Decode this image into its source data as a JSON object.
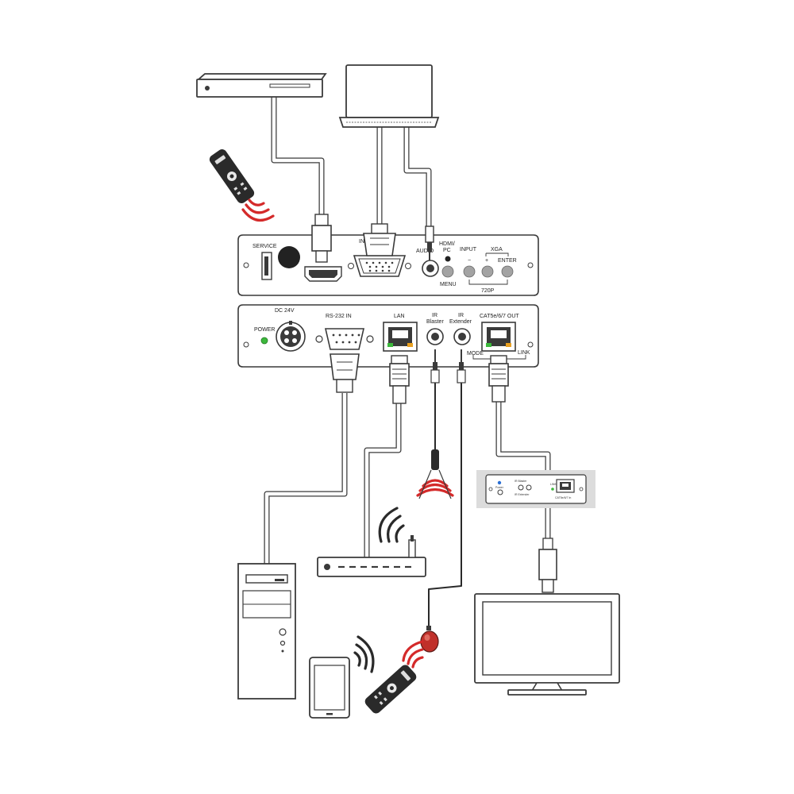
{
  "front_panel": {
    "service_label": "SERVICE",
    "input_label_partial": "IN",
    "hdmi_pc_label_1": "HDMI/",
    "hdmi_pc_label_2": "PC",
    "audio_label": "AUDIO",
    "input_button_label": "INPUT",
    "minus_label": "−",
    "plus_label": "+",
    "xga_label": "XGA",
    "enter_label": "ENTER",
    "menu_label": "MENU",
    "p720_label": "720P"
  },
  "rear_panel": {
    "dc_label": "DC 24V",
    "power_label": "POWER",
    "rs232_label": "RS-232 IN",
    "lan_label": "LAN",
    "ir_blaster_label_1": "IR",
    "ir_blaster_label_2": "Blaster",
    "ir_extender_label_1": "IR",
    "ir_extender_label_2": "Extender",
    "mode_label": "MODE",
    "cat_out_label": "CAT5e/6/7 OUT",
    "link_label": "LINK"
  },
  "receiver_panel": {
    "ir_blaster_label": "IR Blaster",
    "ir_extender_label": "IR Extender",
    "cat_in_label": "CAT5e/6/7 In",
    "status_label": "LINK",
    "power_label": "Power"
  },
  "colors": {
    "ir_signal": "#d42a2a",
    "power_led": "#3cb83c",
    "lan_led_left": "#3cb83c",
    "lan_led_right": "#e8a020",
    "ir_eye": "#c0302a",
    "receiver_led": "#2a6fd4"
  },
  "icons": {
    "set_top_box": "set-top-box-icon",
    "laptop": "laptop-icon",
    "remote": "remote-control-icon",
    "pc_tower": "pc-tower-icon",
    "router": "wifi-router-icon",
    "tablet": "tablet-icon",
    "tv": "tv-display-icon"
  }
}
